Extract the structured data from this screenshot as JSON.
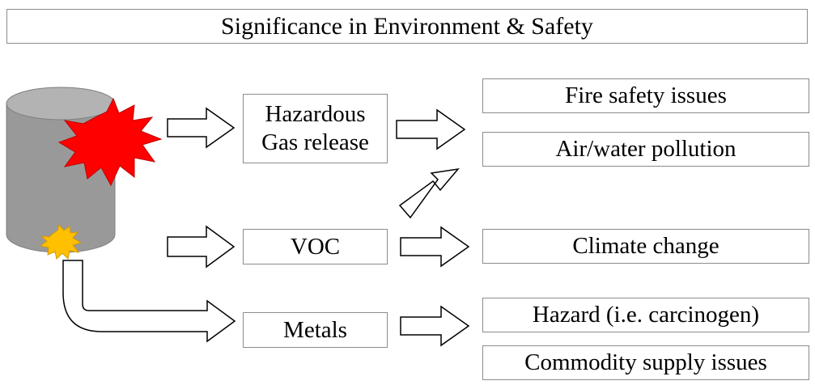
{
  "title": "Significance in Environment & Safety",
  "sources": {
    "gas_line1": "Hazardous",
    "gas_line2": "Gas release",
    "voc": "VOC",
    "metals": "Metals"
  },
  "outcomes": {
    "fire": "Fire safety issues",
    "air": "Air/water pollution",
    "climate": "Climate change",
    "hazard": "Hazard (i.e. carcinogen)",
    "commodity": "Commodity supply issues"
  },
  "colors": {
    "barrel": "#999999",
    "barrel_top": "#b3b3b3",
    "burst_red": "#ff0000",
    "burst_yellow": "#ffc000",
    "border": "#8c8c8c"
  }
}
